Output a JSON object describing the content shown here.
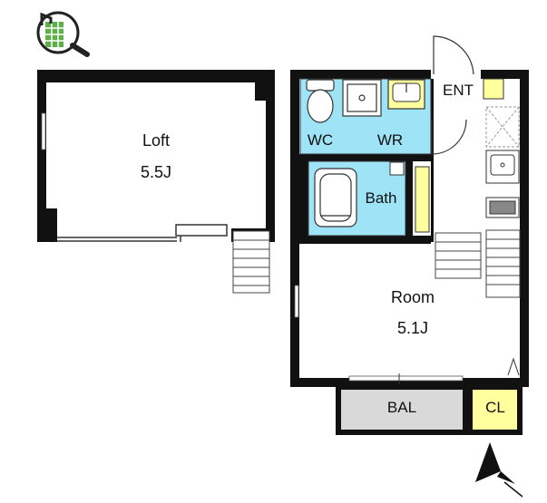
{
  "labels": {
    "loft": "Loft",
    "loft_size": "5.5J",
    "room": "Room",
    "room_size": "5.1J",
    "wc": "WC",
    "wr": "WR",
    "bath": "Bath",
    "ent": "ENT",
    "bal": "BAL",
    "cl": "CL"
  },
  "colors": {
    "wall": "#111111",
    "wet_area": "#9fe3f7",
    "storage": "#ffff9e",
    "balcony": "#d9d9d9",
    "logo_green": "#5fae4a"
  },
  "icons": [
    "logo-house-search-icon",
    "north-arrow-icon",
    "toilet-icon",
    "sink-icon",
    "bathtub-icon",
    "stove-icon",
    "staircase-icon"
  ]
}
